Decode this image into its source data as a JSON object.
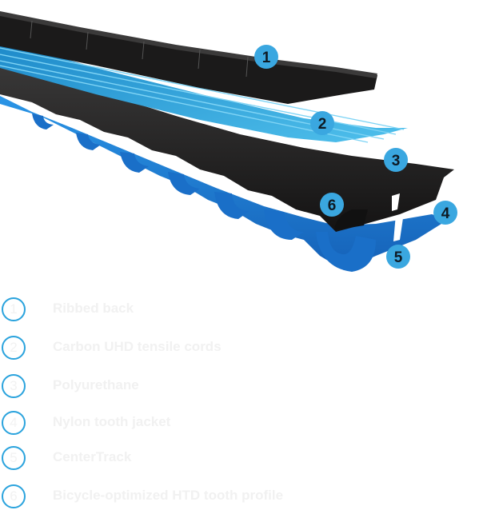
{
  "colors": {
    "accent": "#2aa3dd",
    "belt_dark": "#1e1d1d",
    "tooth_blue": "#1f7fd6",
    "callout_fill": "#3aa7e0",
    "legend_text": "#f1f1f1"
  },
  "callouts": [
    {
      "number": "1"
    },
    {
      "number": "2"
    },
    {
      "number": "3"
    },
    {
      "number": "4"
    },
    {
      "number": "5"
    },
    {
      "number": "6"
    }
  ],
  "legend": [
    {
      "number": "1",
      "label": "Ribbed back"
    },
    {
      "number": "2",
      "label": "Carbon UHD tensile cords"
    },
    {
      "number": "3",
      "label": "Polyurethane"
    },
    {
      "number": "4",
      "label": "Nylon tooth jacket"
    },
    {
      "number": "5",
      "label": "CenterTrack"
    },
    {
      "number": "6",
      "label": "Bicycle-optimized HTD tooth profile"
    }
  ]
}
